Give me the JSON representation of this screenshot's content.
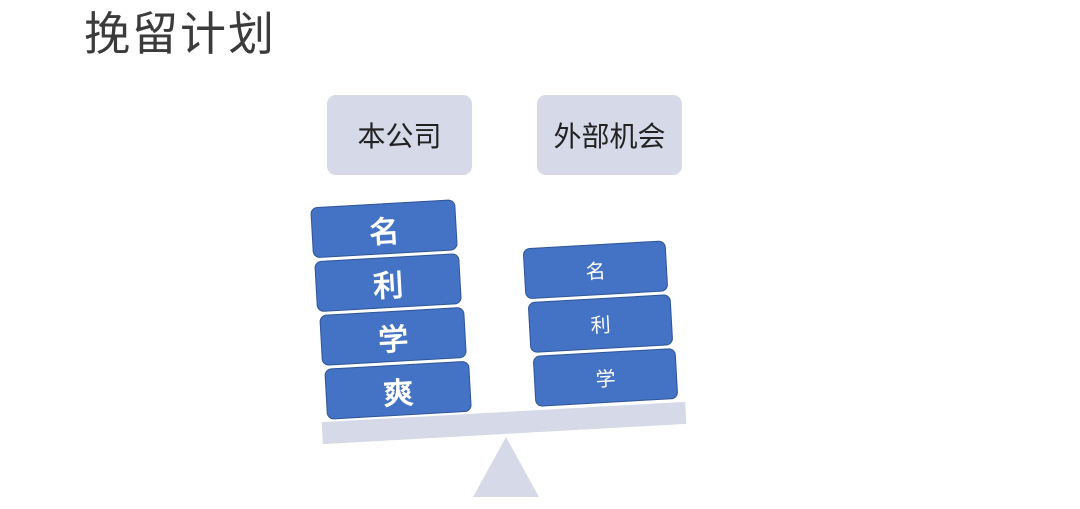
{
  "title": "挽留计划",
  "left_side": {
    "header": "本公司",
    "blocks": [
      "名",
      "利",
      "学",
      "爽"
    ]
  },
  "right_side": {
    "header": "外部机会",
    "blocks": [
      "名",
      "利",
      "学"
    ]
  },
  "colors": {
    "block_fill": "#4472c4",
    "block_border": "#2f5597",
    "header_fill": "#d5d9e8",
    "beam_fill": "#d5d9e8",
    "title_text": "#3b3b3b"
  }
}
